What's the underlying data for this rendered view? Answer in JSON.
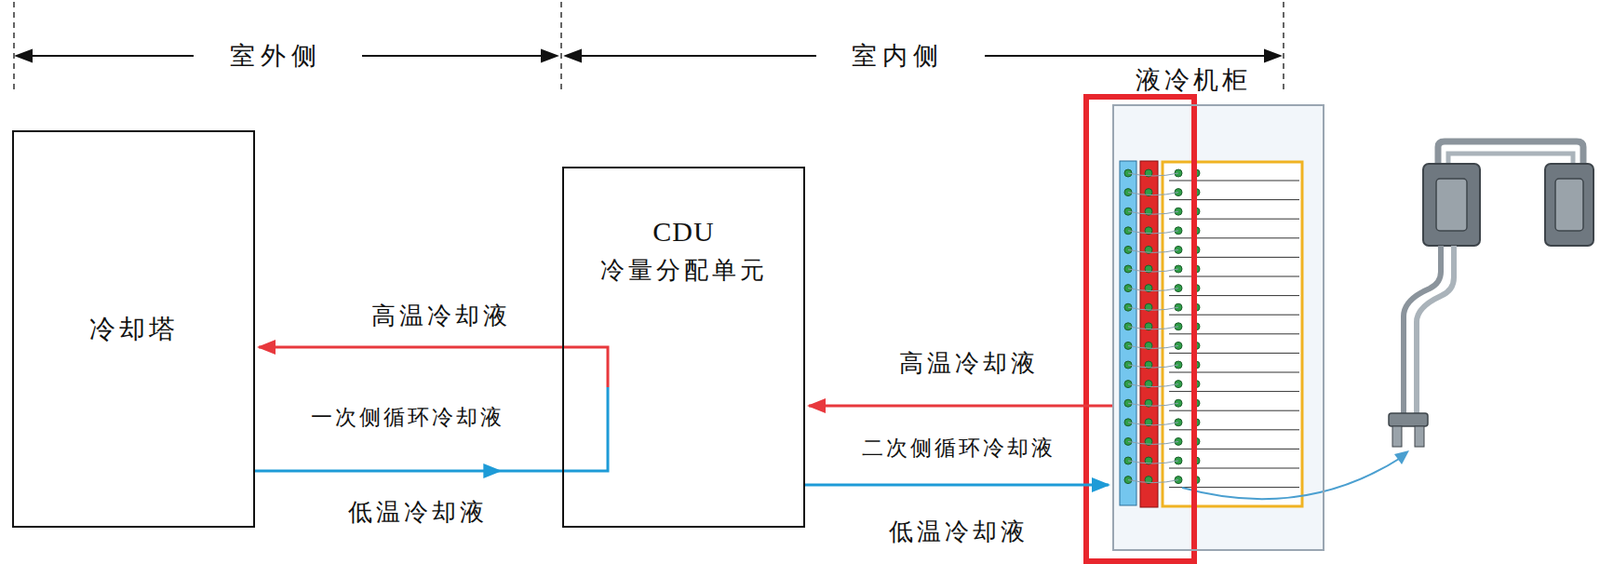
{
  "diagram": {
    "nodes": [
      {
        "text": [
          "冷却塔"
        ]
      },
      {
        "text": [
          "CDU",
          "冷量分配单元"
        ]
      },
      {
        "text": [
          "液冷机柜"
        ]
      }
    ],
    "edges": [
      {
        "from": 1,
        "to": 0,
        "arrow": "to",
        "label": "高温冷却液"
      },
      {
        "from": 0,
        "to": 1,
        "arrow": "to",
        "label": "低温冷却液"
      },
      {
        "from": 2,
        "to": 1,
        "arrow": "to",
        "label": "高温冷却液"
      },
      {
        "from": 1,
        "to": 2,
        "arrow": "to",
        "label": "低温冷却液"
      }
    ],
    "labels": [
      "室外侧",
      "室内侧",
      "一次侧循环冷却液",
      "二次侧循环冷却液"
    ]
  }
}
